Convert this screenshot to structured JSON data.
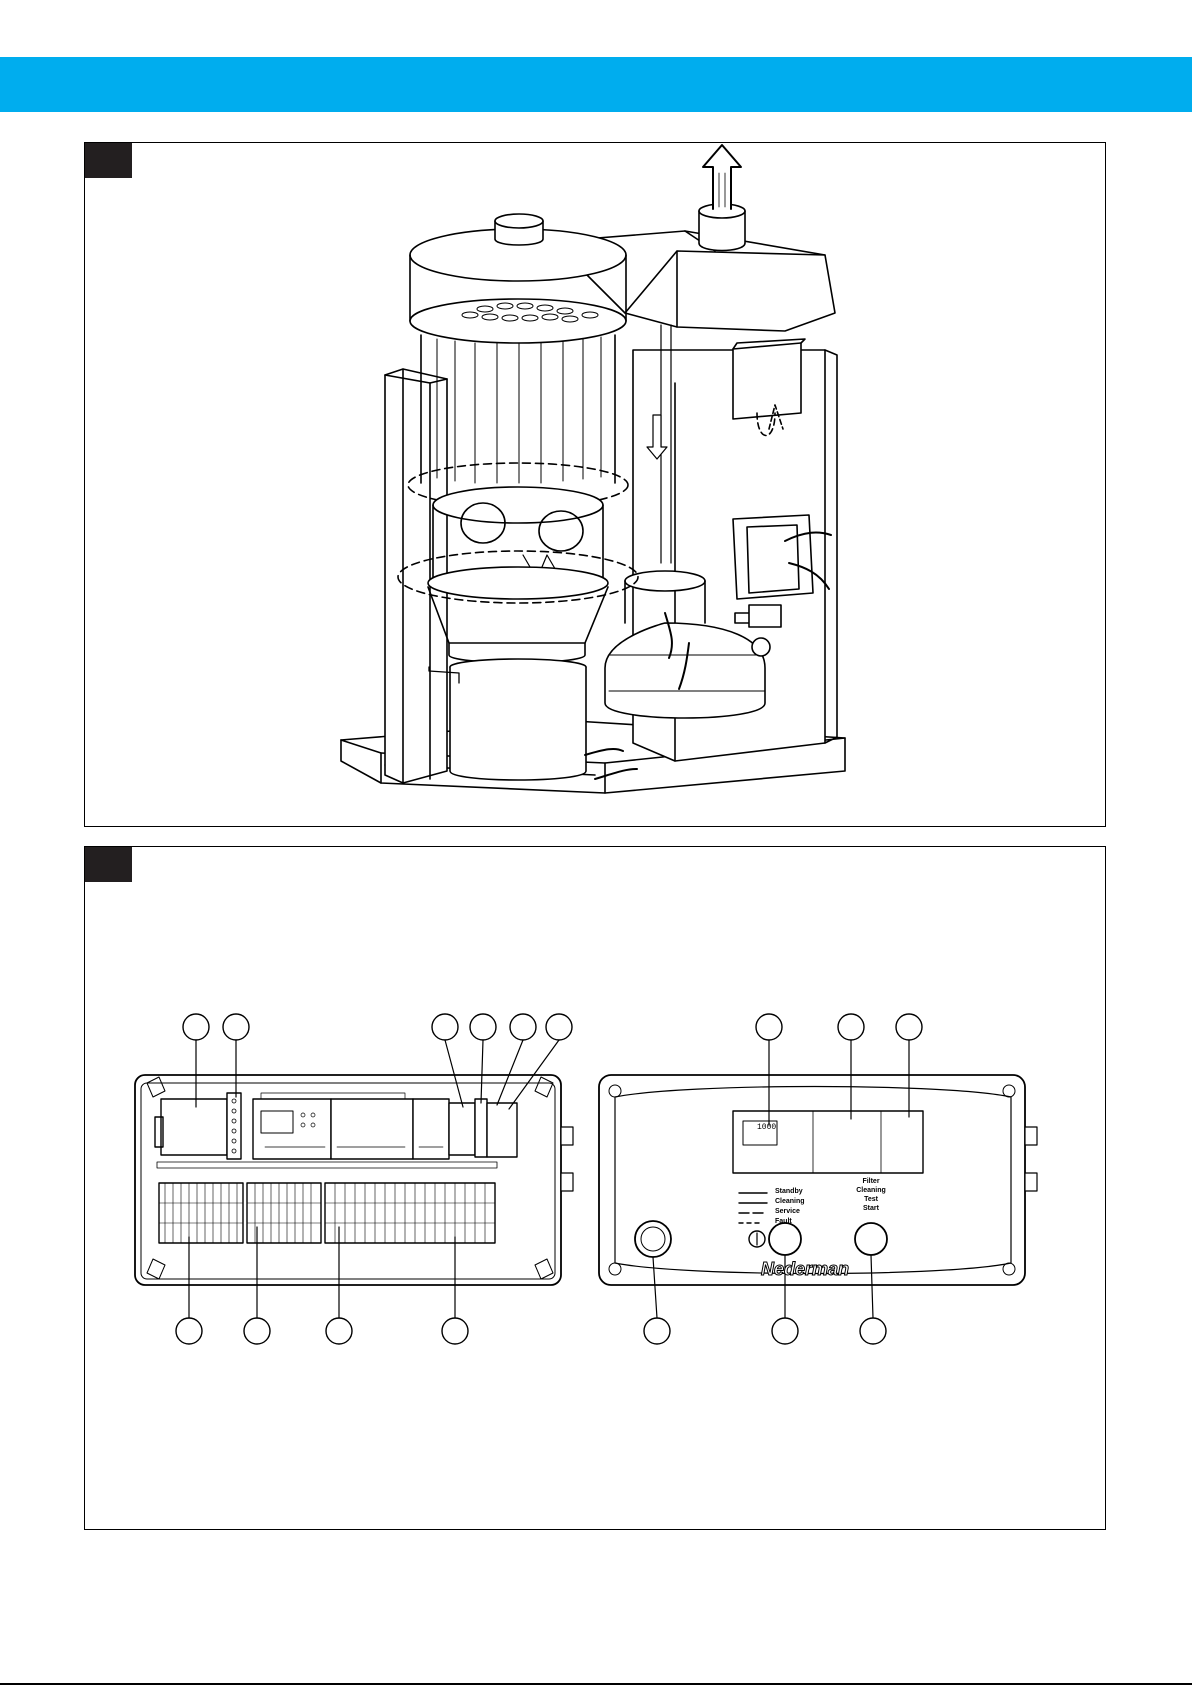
{
  "header": {
    "bar_color": "#00adee"
  },
  "figures": [
    {
      "id": "1",
      "subject": "dust-collector-cutaway",
      "label": ""
    },
    {
      "id": "2",
      "subject": "electrical-cabinet",
      "label": ""
    }
  ],
  "cabinet_front": {
    "brand": "Nederman",
    "legend_lines": [
      "Standby",
      "Cleaning",
      "Service",
      "Fault"
    ],
    "button_label_lines": [
      "Filter",
      "Cleaning",
      "Test",
      "Start"
    ],
    "display_text": "1000"
  },
  "colors": {
    "accent": "#00adee",
    "ink": "#231f20",
    "line": "#000000"
  }
}
